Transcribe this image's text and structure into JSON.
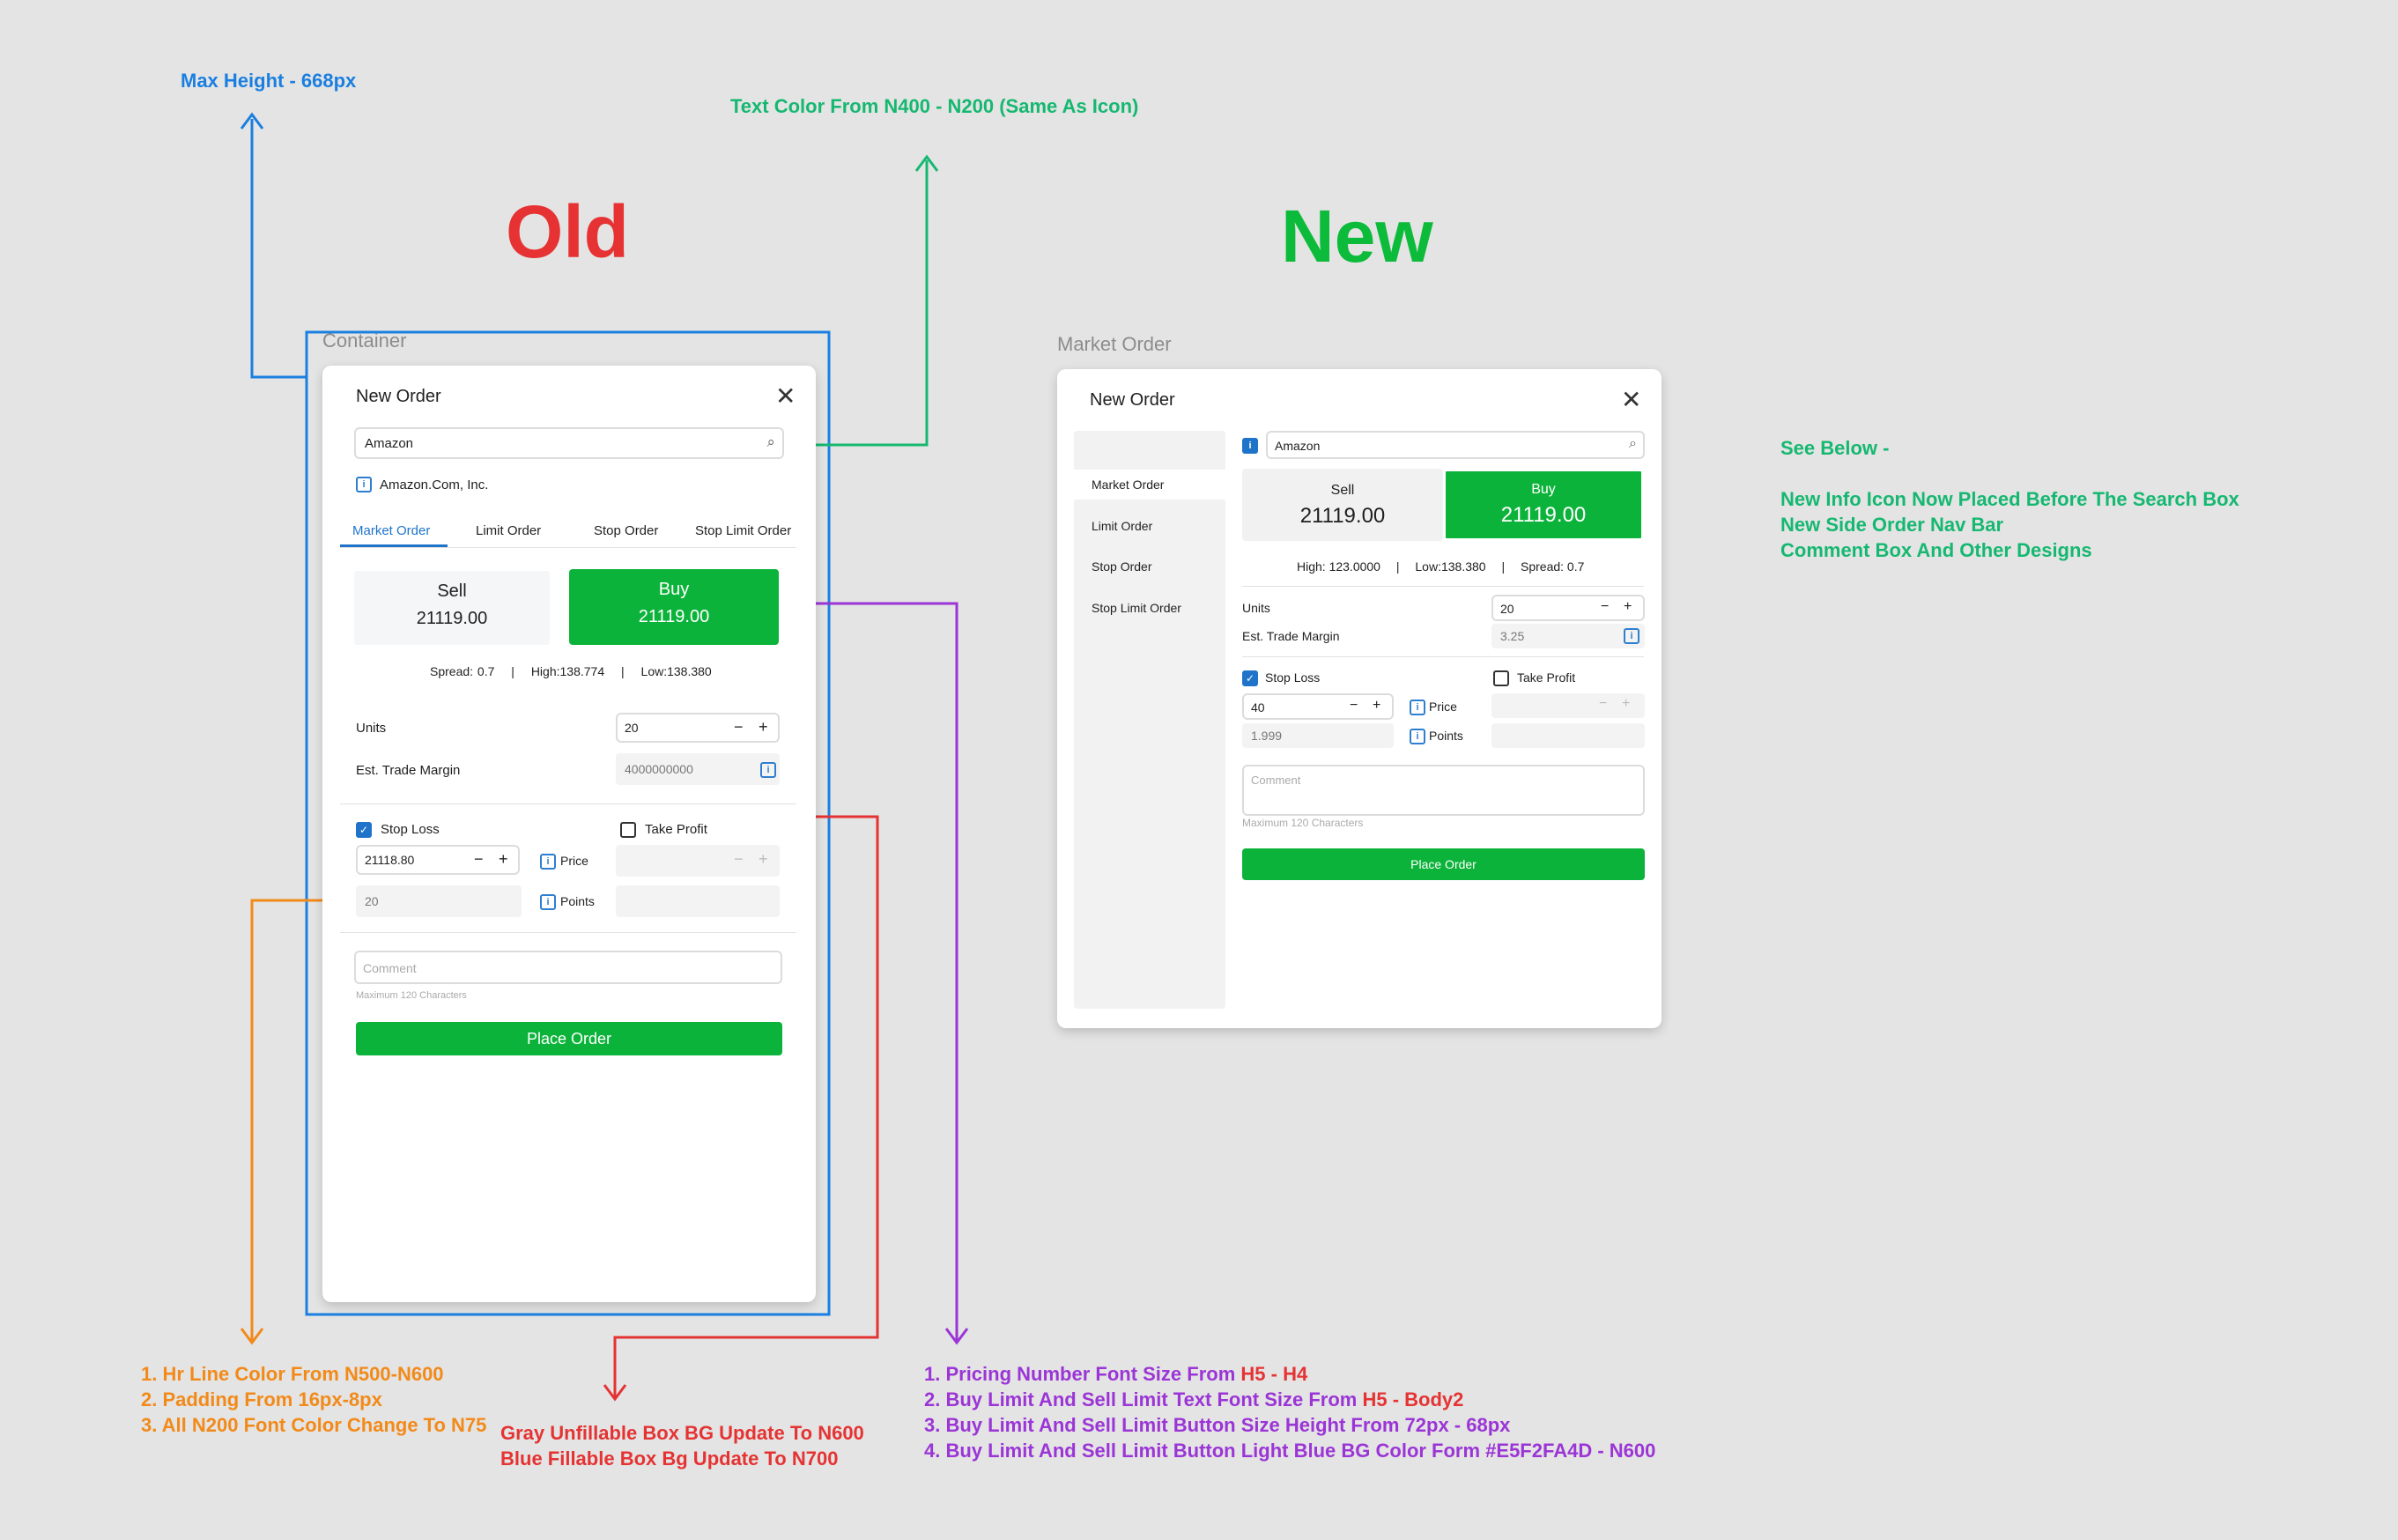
{
  "headings": {
    "old": "Old",
    "new": "New",
    "container": "Container",
    "market_order_label": "Market Order"
  },
  "annotations": {
    "max_height": "Max Height - 668px",
    "text_color": "Text Color From N400 - N200 (Same As Icon)",
    "see_below": [
      "See Below -",
      "",
      "New Info Icon Now Placed Before The Search Box",
      "New Side Order Nav Bar",
      "Comment Box And Other Designs"
    ],
    "orange": [
      "1. Hr Line Color From N500-N600",
      "2. Padding From 16px-8px",
      "3. All N200 Font Color Change To N75"
    ],
    "red": [
      "Gray Unfillable Box BG Update To N600",
      "Blue Fillable Box Bg Update To N700"
    ],
    "purple": [
      {
        "prefix": "1. Pricing Number Font Size From ",
        "highlight": "H5 - H4",
        "suffix": ""
      },
      {
        "prefix": "2. Buy Limit And Sell Limit Text  Font Size From ",
        "highlight": "H5 - Body2",
        "suffix": ""
      },
      {
        "prefix": "3. Buy Limit And Sell Limit Button  Size Height From 72px - 68px",
        "highlight": "",
        "suffix": ""
      },
      {
        "prefix": "4. Buy Limit And Sell Limit Button Light Blue BG Color Form #E5F2FA4D - N600",
        "highlight": "",
        "suffix": ""
      }
    ]
  },
  "old_panel": {
    "title": "New Order",
    "search_value": "Amazon",
    "instrument": "Amazon.Com, Inc.",
    "tabs": [
      "Market Order",
      "Limit Order",
      "Stop Order",
      "Stop Limit Order"
    ],
    "active_tab": "Market Order",
    "sell_label": "Sell",
    "sell_price": "21119.00",
    "buy_label": "Buy",
    "buy_price": "21119.00",
    "stats": [
      "Spread: 0.7",
      "|",
      "High:138.774",
      "|",
      "Low:138.380"
    ],
    "units_label": "Units",
    "units_value": "20",
    "margin_label": "Est. Trade Margin",
    "margin_value": "4000000000",
    "stop_loss_label": "Stop Loss",
    "stop_loss_checked": true,
    "take_profit_label": "Take Profit",
    "take_profit_checked": false,
    "sl_value": "21118.80",
    "sl_points": "20",
    "price_label": "Price",
    "points_label": "Points",
    "comment_placeholder": "Comment",
    "comment_hint": "Maximum 120 Characters",
    "place_order": "Place Order"
  },
  "new_panel": {
    "title": "New Order",
    "search_value": "Amazon",
    "nav": [
      "Market Order",
      "Limit Order",
      "Stop Order",
      "Stop Limit Order"
    ],
    "active_nav": "Market Order",
    "sell_label": "Sell",
    "sell_price": "21119.00",
    "buy_label": "Buy",
    "buy_price": "21119.00",
    "stats": [
      "High: 123.0000",
      "|",
      "Low:138.380",
      "|",
      "Spread: 0.7"
    ],
    "units_label": "Units",
    "units_value": "20",
    "margin_label": "Est. Trade Margin",
    "margin_value": "3.25",
    "stop_loss_label": "Stop Loss",
    "stop_loss_checked": true,
    "take_profit_label": "Take Profit",
    "take_profit_checked": false,
    "sl_value": "40",
    "sl_points": "1.999",
    "price_label": "Price",
    "points_label": "Points",
    "comment_placeholder": "Comment",
    "comment_hint": "Maximum 120 Characters",
    "place_order": "Place Order"
  },
  "colors": {
    "blue": "#1a7fe0",
    "green_note": "#16b871",
    "orange": "#f28a1a",
    "red": "#e53333",
    "purple": "#9b35d6",
    "buy": "#0cb33a",
    "old_heading": "#e63232",
    "new_heading": "#0dbb3b"
  }
}
